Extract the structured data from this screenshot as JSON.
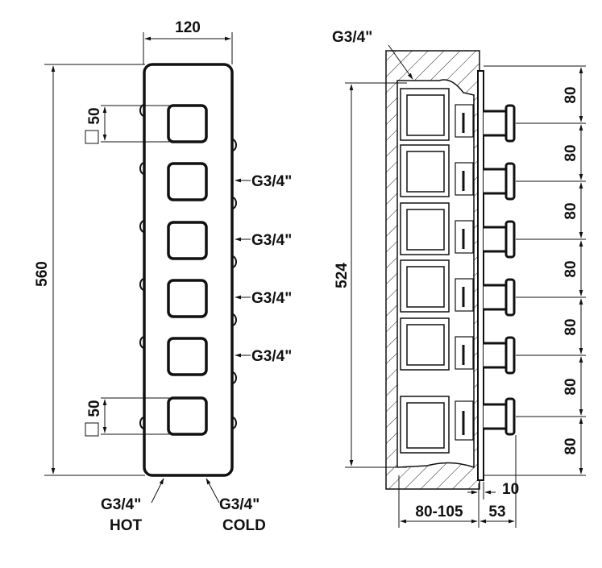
{
  "front_view": {
    "width_dim": "120",
    "height_dim": "560",
    "button_spacing_top": "50",
    "button_spacing_bottom": "50",
    "outlet_labels": [
      "G3/4\"",
      "G3/4\"",
      "G3/4\"",
      "G3/4\""
    ],
    "inlet_hot": {
      "thread": "G3/4\"",
      "name": "HOT"
    },
    "inlet_cold": {
      "thread": "G3/4\"",
      "name": "COLD"
    }
  },
  "side_view": {
    "top_thread": "G3/4\"",
    "height_dim": "524",
    "spacing_dims": [
      "80",
      "80",
      "80",
      "80",
      "80",
      "80",
      "80"
    ],
    "depth_dim": "80-105",
    "protrusion_dim": "53",
    "plate_dim": "10"
  }
}
